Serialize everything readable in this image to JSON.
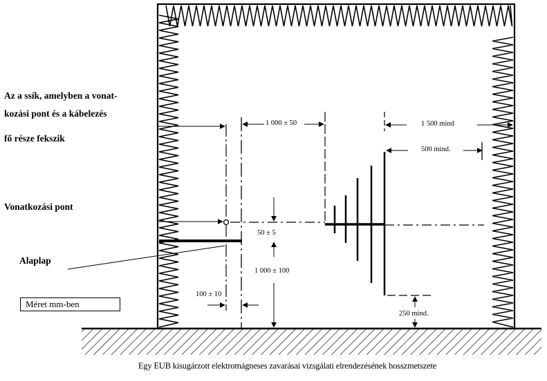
{
  "labels": {
    "plane_line1": "Az a ssík, amelyben a vonat-",
    "plane_line2": "kozási pont és a kábelezés",
    "plane_line3": "fő része fekszik",
    "reference_point": "Vonatkozási pont",
    "ground_plate": "Alaplap",
    "units": "Méret mm-ben"
  },
  "dimensions": {
    "antenna_distance": "1 000 ± 50",
    "antenna_wall_min": "1 500 mind",
    "element_wall_min": "500 mind.",
    "reference_height": "50 ± 5",
    "table_height": "1 000 ± 100",
    "plate_edge": "100 ± 10",
    "antenna_floor_min": "250 mind."
  },
  "caption": "Egy EUB kisugárzott elektromágneses zavarásai vizsgálati elrendezésének hosszmetszete",
  "colors": {
    "ink": "#000000",
    "paper": "#ffffff"
  }
}
